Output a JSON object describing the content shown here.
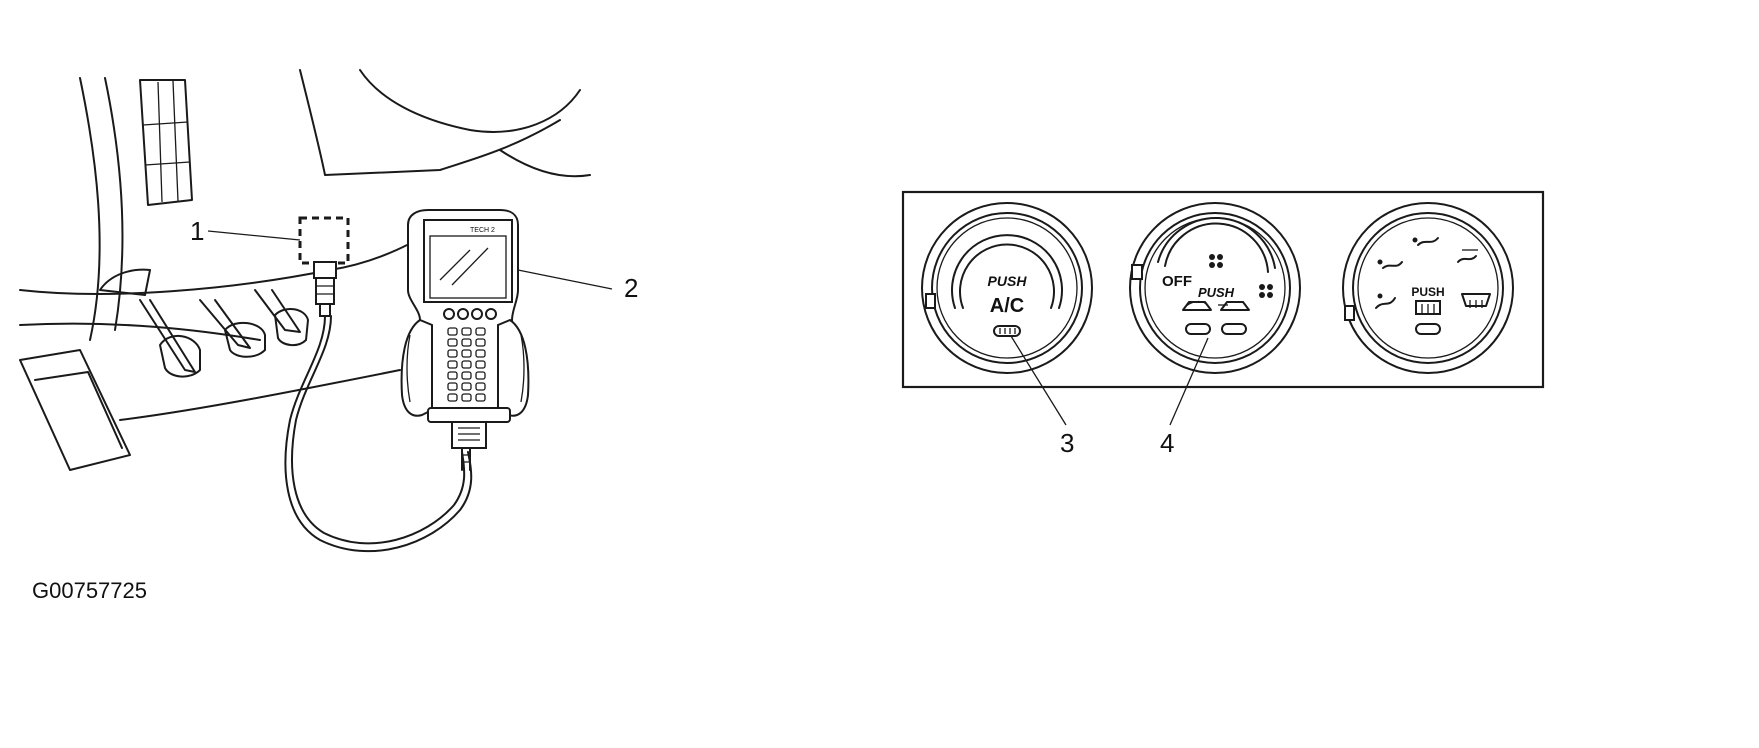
{
  "figure": {
    "id": "G00757725"
  },
  "callouts": [
    {
      "label": "1"
    },
    {
      "label": "2"
    },
    {
      "label": "3"
    },
    {
      "label": "4"
    }
  ],
  "scan_tool": {
    "screen_label": "TECH 2"
  },
  "control_panel": {
    "left_knob": {
      "push_label": "PUSH",
      "ac_label": "A/C"
    },
    "middle_knob": {
      "off_label": "OFF",
      "push_label": "PUSH"
    },
    "right_knob": {
      "push_label": "PUSH"
    }
  }
}
